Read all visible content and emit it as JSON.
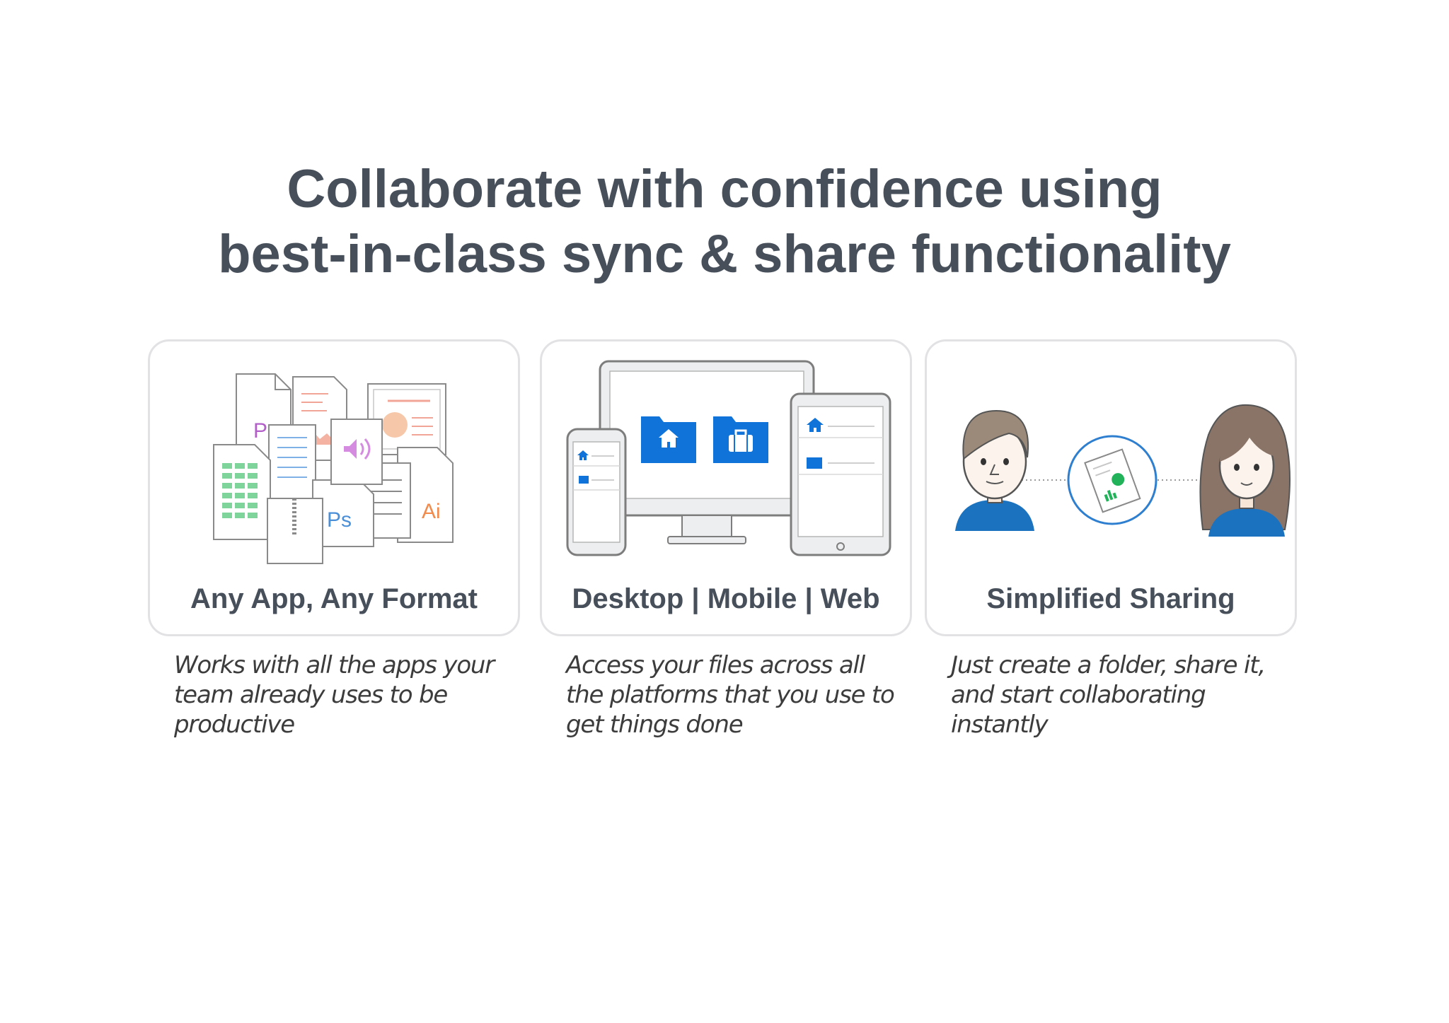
{
  "headline": {
    "line1": "Collaborate with confidence using",
    "line2": "best-in-class sync & share functionality"
  },
  "features": [
    {
      "title": "Any App, Any Format",
      "description": "Works with all the apps your team already uses to be productive",
      "illustration": "stacked-documents-icon",
      "file_labels": [
        "P",
        "Ps",
        "Ai"
      ]
    },
    {
      "title": "Desktop | Mobile | Web",
      "description": "Access your files across all the platforms that you use to get things done",
      "illustration": "multi-device-icon"
    },
    {
      "title": "Simplified Sharing",
      "description": "Just create a folder, share it, and start collaborating instantly",
      "illustration": "shared-document-people-icon"
    }
  ],
  "colors": {
    "heading": "#474f5a",
    "accent_blue": "#0f73d9",
    "card_border": "#e2e2e5",
    "text": "#3c3c3c"
  }
}
